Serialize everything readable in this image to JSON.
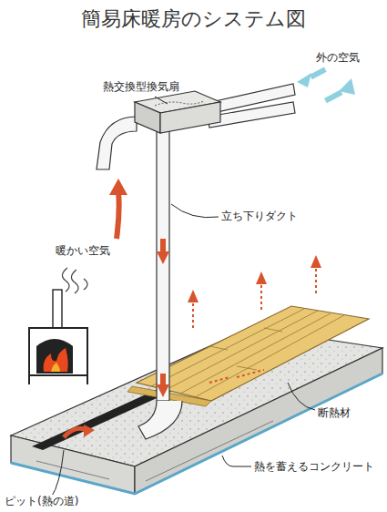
{
  "diagram": {
    "title": "簡易床暖房のシステム図",
    "labels": [
      "熱交換型換気扇",
      "外の空気",
      "立ち下りダクト",
      "暖かい空気",
      "断熱材",
      "熱を蓄えるコンクリート",
      "ピット(熱の道)"
    ]
  }
}
